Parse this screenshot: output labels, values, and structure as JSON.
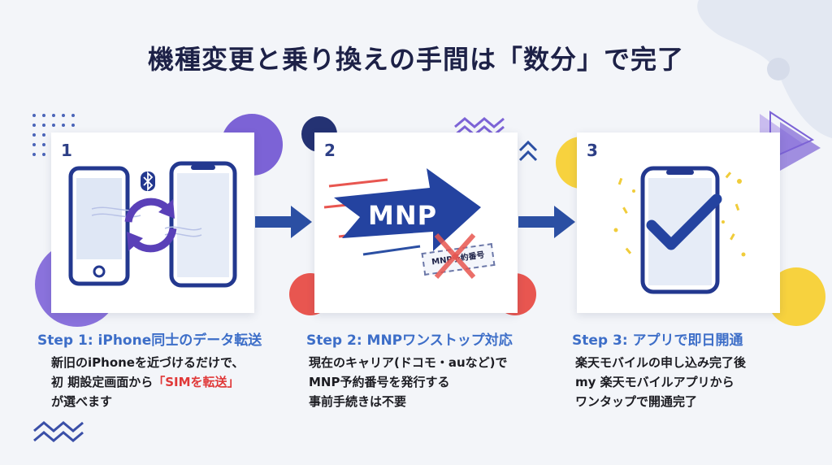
{
  "title": "機種変更と乗り換えの手間は「数分」で完了",
  "steps": [
    {
      "number": "1",
      "title": "Step 1: iPhone同士のデータ転送",
      "lines": [
        "新旧のiPhoneを近づけるだけで、",
        "初 期設定画面から",
        "「SIMを転送」",
        "が選べます"
      ]
    },
    {
      "number": "2",
      "title": "Step 2: MNPワンストップ対応",
      "lines": [
        "現在のキャリア(ドコモ・auなど)で",
        "MNP予約番号を発行する",
        "事前手続きは不要"
      ],
      "arrow_label": "MNP",
      "ticket_label": "MNP予約番号"
    },
    {
      "number": "3",
      "title": "Step 3: アプリで即日開通",
      "lines": [
        "楽天モバイルの申し込み完了後",
        "my 楽天モバイルアプリから",
        "ワンタップで開通完了"
      ]
    }
  ],
  "colors": {
    "navy": "#1d2147",
    "blue": "#2b4fa3",
    "step_title": "#3d6ec8",
    "highlight_red": "#e03838",
    "purple": "#7c63d6",
    "yellow": "#f7d23e",
    "red": "#e85650"
  },
  "icons": [
    "bluetooth-icon",
    "sync-icon",
    "checkmark-icon",
    "x-mark-icon"
  ]
}
